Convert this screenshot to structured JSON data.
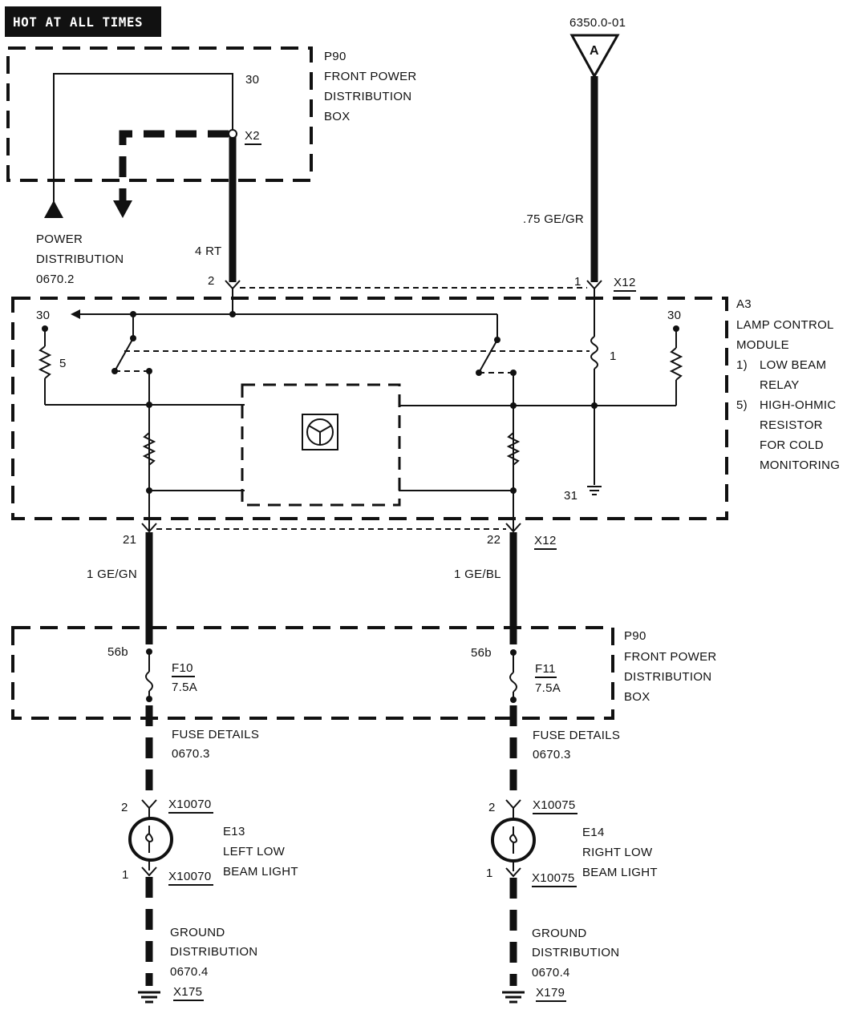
{
  "header": {
    "label": "HOT AT ALL TIMES"
  },
  "ref_a": {
    "code": "6350.0-01",
    "letter": "A"
  },
  "p90_top": {
    "id": "P90",
    "line1": "FRONT POWER",
    "line2": "DISTRIBUTION",
    "line3": "BOX",
    "pin": "30",
    "connector": "X2"
  },
  "power_dist": {
    "line1": "POWER",
    "line2": "DISTRIBUTION",
    "line3": "0670.2"
  },
  "wire_red": {
    "label": "4 RT",
    "pin": "2"
  },
  "wire_yellow_green": {
    "label": ".75 GE/GR",
    "pin": "1",
    "connector": "X12"
  },
  "module_a3": {
    "id": "A3",
    "line1": "LAMP CONTROL",
    "line2": "MODULE",
    "note1_num": "1)",
    "note1_line1": "LOW BEAM",
    "note1_line2": "RELAY",
    "note2_num": "5)",
    "note2_line1": "HIGH-OHMIC",
    "note2_line2": "RESISTOR",
    "note2_line3": "FOR COLD",
    "note2_line4": "MONITORING",
    "pin30_left": "30",
    "pin30_right": "30",
    "resistor_label": "5",
    "relay_label": "1",
    "ground_pin": "31"
  },
  "left_output": {
    "pin": "21",
    "wire": "1 GE/GN",
    "fuse_term": "56b",
    "fuse_id": "F10",
    "fuse_rating": "7.5A",
    "fuse_details_line1": "FUSE DETAILS",
    "fuse_details_line2": "0670.3",
    "conn_top_pin": "2",
    "conn_top": "X10070",
    "lamp_id": "E13",
    "lamp_line1": "LEFT LOW",
    "lamp_line2": "BEAM LIGHT",
    "conn_bot_pin": "1",
    "conn_bot": "X10070",
    "ground_line1": "GROUND",
    "ground_line2": "DISTRIBUTION",
    "ground_line3": "0670.4",
    "ground_id": "X175"
  },
  "right_output": {
    "pin": "22",
    "connector": "X12",
    "wire": "1 GE/BL",
    "fuse_term": "56b",
    "fuse_id": "F11",
    "fuse_rating": "7.5A",
    "fuse_details_line1": "FUSE DETAILS",
    "fuse_details_line2": "0670.3",
    "conn_top_pin": "2",
    "conn_top": "X10075",
    "lamp_id": "E14",
    "lamp_line1": "RIGHT LOW",
    "lamp_line2": "BEAM LIGHT",
    "conn_bot_pin": "1",
    "conn_bot": "X10075",
    "ground_line1": "GROUND",
    "ground_line2": "DISTRIBUTION",
    "ground_line3": "0670.4",
    "ground_id": "X179"
  },
  "p90_bottom": {
    "id": "P90",
    "line1": "FRONT POWER",
    "line2": "DISTRIBUTION",
    "line3": "BOX"
  }
}
